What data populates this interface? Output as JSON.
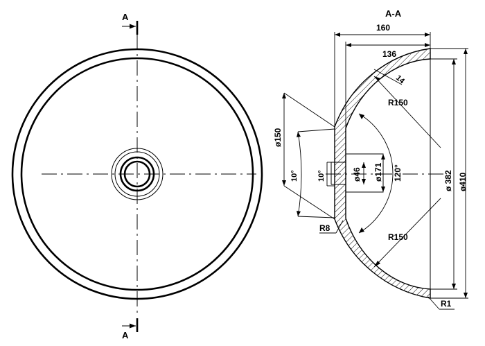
{
  "section_marks": {
    "top_letter": "A",
    "bottom_letter": "A",
    "section_title": "A-A"
  },
  "dimensions": {
    "overall_depth": "160",
    "inner_depth": "136",
    "wall_thickness": "14",
    "inner_radius_top": "R150",
    "inner_radius_bottom": "R150",
    "outer_diameter": "ø410",
    "inner_diameter": "ø 382",
    "bottom_diameter": "ø150",
    "hub_outer_diameter": "ø171",
    "hub_bore_diameter": "ø46",
    "taper_angle_left": "10°",
    "taper_angle_inner": "10°",
    "sweep_angle": "120°",
    "fillet_bottom": "R8",
    "fillet_rim": "R1"
  },
  "colors": {
    "line": "#000000",
    "background": "#ffffff"
  }
}
